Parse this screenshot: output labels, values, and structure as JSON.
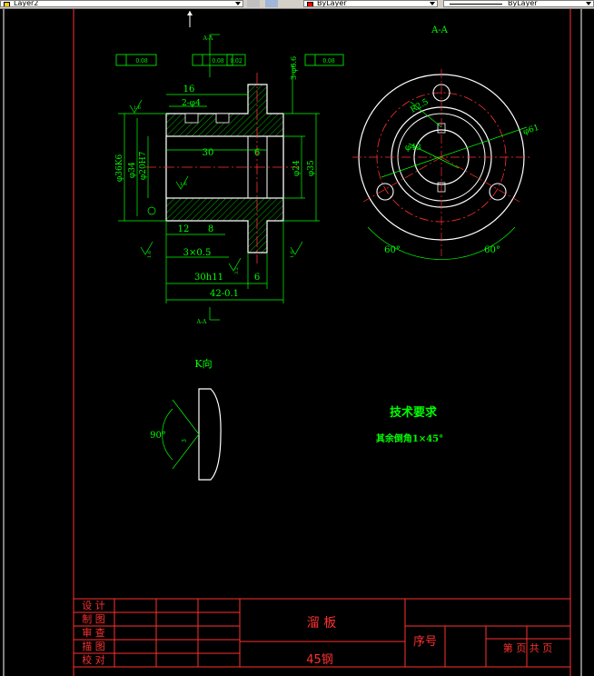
{
  "toolbar": {
    "layer_name": "Layer2",
    "color_value": "ByLayer",
    "linetype_value": "ByLayer",
    "colors": {
      "toolbar_bg": "#d4d0c8",
      "layer_swatch": "#ff0000",
      "color_swatch": "#ff0000"
    }
  },
  "drawing": {
    "section_label": "A-A",
    "view_k_label": "K向",
    "tol_frame_1": "0.08",
    "tol_frame_2": "0.08",
    "tol_frame_3": "0.02",
    "tol_frame_4": "0.08",
    "dims": {
      "d16": "16",
      "d2phi4": "2-φ4",
      "d3phi6": "3-φ6.6",
      "d30": "30",
      "d6a": "6",
      "dphi36k6": "φ36K6",
      "dphi34": "φ34",
      "dphi20h7": "φ20H7",
      "dphi24": "φ24",
      "dphi35": "φ35",
      "d12": "12",
      "d8": "8",
      "d3x05": "3×0.5",
      "d30h11": "30h11",
      "d6b": "6",
      "d42": "42-0.1",
      "dR2": "R2.5",
      "dphi61": "φ61",
      "dphi43": "φ43",
      "d60a": "60°",
      "d60b": "60°",
      "d90": "90°",
      "rough_16": "1.6",
      "rough_32": "3.2",
      "rough_63": "6.3"
    },
    "tech_req_title": "技术要求",
    "tech_req_text": "其余倒角1×45°"
  },
  "title_block": {
    "rows": [
      "设 计",
      "制 图",
      "审 查",
      "描 图",
      "校 对"
    ],
    "part_name": "溜 板",
    "material": "45钢",
    "serial_label": "序号",
    "page_text": "第 页 共 页"
  }
}
